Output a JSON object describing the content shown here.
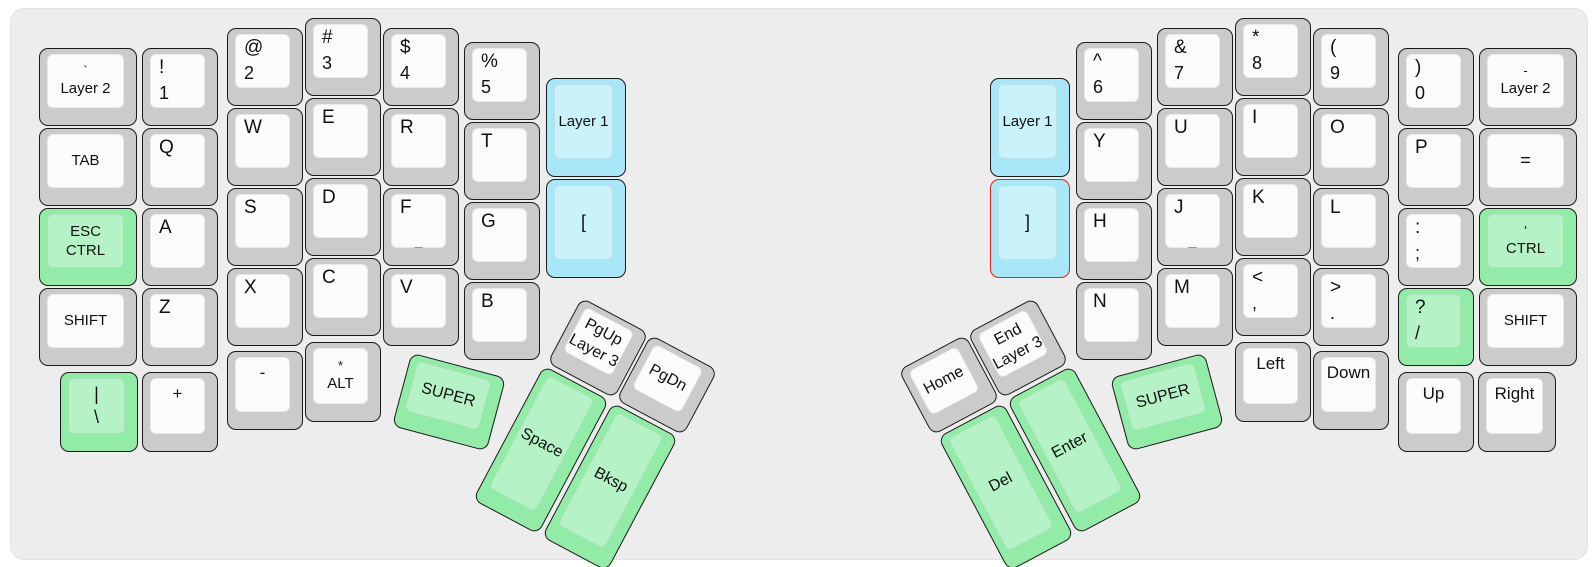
{
  "colors": {
    "panel_bg": "#ededed",
    "key_gray": "#cbcbcb",
    "key_face": "#fbfbfb",
    "green": "#92eca7",
    "green_face": "#b5f3c6",
    "blue": "#a8e7f7",
    "blue_face": "#c9f2fb",
    "highlight_border": "#ee2211",
    "key_border": "#1a1a1a",
    "homing_color": "#8a8a8a",
    "text": "#111111"
  },
  "keyboard": {
    "homing_mark": "_",
    "keys": [
      {
        "id": "l-grave-layer2",
        "color": "white",
        "lines": [
          "`",
          "Layer 2"
        ]
      },
      {
        "id": "l-tab",
        "color": "white",
        "lines": [
          "TAB"
        ]
      },
      {
        "id": "l-esc-ctrl",
        "color": "green",
        "lines": [
          "ESC",
          "CTRL"
        ]
      },
      {
        "id": "l-shift",
        "color": "white",
        "lines": [
          "SHIFT"
        ]
      },
      {
        "id": "l-pipe-backslash",
        "color": "green",
        "lines": [
          "|",
          "\\"
        ]
      },
      {
        "id": "l-excl-1",
        "color": "white",
        "lines": [
          "!",
          "1"
        ]
      },
      {
        "id": "l-q",
        "color": "white",
        "lines": [
          "Q"
        ]
      },
      {
        "id": "l-a",
        "color": "white",
        "lines": [
          "A"
        ]
      },
      {
        "id": "l-z",
        "color": "white",
        "lines": [
          "Z"
        ]
      },
      {
        "id": "l-plus",
        "color": "white",
        "lines": [
          "+"
        ]
      },
      {
        "id": "l-at-2",
        "color": "white",
        "lines": [
          "@",
          "2"
        ]
      },
      {
        "id": "l-w",
        "color": "white",
        "lines": [
          "W"
        ]
      },
      {
        "id": "l-s",
        "color": "white",
        "lines": [
          "S"
        ]
      },
      {
        "id": "l-x",
        "color": "white",
        "lines": [
          "X"
        ]
      },
      {
        "id": "l-minus",
        "color": "white",
        "lines": [
          "-"
        ]
      },
      {
        "id": "l-hash-3",
        "color": "white",
        "lines": [
          "#",
          "3"
        ]
      },
      {
        "id": "l-e",
        "color": "white",
        "lines": [
          "E"
        ]
      },
      {
        "id": "l-d",
        "color": "white",
        "lines": [
          "D"
        ]
      },
      {
        "id": "l-c",
        "color": "white",
        "lines": [
          "C"
        ]
      },
      {
        "id": "l-alt",
        "color": "white",
        "lines": [
          "*",
          "ALT"
        ]
      },
      {
        "id": "l-dollar-4",
        "color": "white",
        "lines": [
          "$",
          "4"
        ]
      },
      {
        "id": "l-r",
        "color": "white",
        "lines": [
          "R"
        ]
      },
      {
        "id": "l-f",
        "color": "white",
        "lines": [
          "F"
        ],
        "homing": true
      },
      {
        "id": "l-v",
        "color": "white",
        "lines": [
          "V"
        ]
      },
      {
        "id": "l-percent-5",
        "color": "white",
        "lines": [
          "%",
          "5"
        ]
      },
      {
        "id": "l-t",
        "color": "white",
        "lines": [
          "T"
        ]
      },
      {
        "id": "l-g",
        "color": "white",
        "lines": [
          "G"
        ]
      },
      {
        "id": "l-b",
        "color": "white",
        "lines": [
          "B"
        ]
      },
      {
        "id": "l-layer1",
        "color": "blue",
        "lines": [
          "Layer 1"
        ]
      },
      {
        "id": "l-lbracket",
        "color": "blue",
        "lines": [
          "["
        ]
      },
      {
        "id": "l-super",
        "color": "green",
        "lines": [
          "SUPER"
        ]
      },
      {
        "id": "l-space",
        "color": "green",
        "lines": [
          "Space"
        ]
      },
      {
        "id": "l-bksp",
        "color": "green",
        "lines": [
          "Bksp"
        ]
      },
      {
        "id": "l-pgup-layer3",
        "color": "white",
        "lines": [
          "PgUp",
          "Layer 3"
        ]
      },
      {
        "id": "l-pgdn",
        "color": "white",
        "lines": [
          "PgDn"
        ]
      },
      {
        "id": "r-layer1",
        "color": "blue",
        "lines": [
          "Layer 1"
        ]
      },
      {
        "id": "r-rbracket",
        "color": "blue",
        "lines": [
          "]"
        ],
        "red_border": true
      },
      {
        "id": "r-caret-6",
        "color": "white",
        "lines": [
          "^",
          "6"
        ]
      },
      {
        "id": "r-y",
        "color": "white",
        "lines": [
          "Y"
        ]
      },
      {
        "id": "r-h",
        "color": "white",
        "lines": [
          "H"
        ]
      },
      {
        "id": "r-n",
        "color": "white",
        "lines": [
          "N"
        ]
      },
      {
        "id": "r-amp-7",
        "color": "white",
        "lines": [
          "&",
          "7"
        ]
      },
      {
        "id": "r-u",
        "color": "white",
        "lines": [
          "U"
        ]
      },
      {
        "id": "r-j",
        "color": "white",
        "lines": [
          "J"
        ],
        "homing": true
      },
      {
        "id": "r-m",
        "color": "white",
        "lines": [
          "M"
        ]
      },
      {
        "id": "r-ast-8",
        "color": "white",
        "lines": [
          "*",
          "8"
        ]
      },
      {
        "id": "r-i",
        "color": "white",
        "lines": [
          "I"
        ]
      },
      {
        "id": "r-k",
        "color": "white",
        "lines": [
          "K"
        ]
      },
      {
        "id": "r-lt-comma",
        "color": "white",
        "lines": [
          "<",
          ","
        ]
      },
      {
        "id": "r-left",
        "color": "white",
        "lines": [
          "Left"
        ]
      },
      {
        "id": "r-lparen-9",
        "color": "white",
        "lines": [
          "(",
          "9"
        ]
      },
      {
        "id": "r-o",
        "color": "white",
        "lines": [
          "O"
        ]
      },
      {
        "id": "r-l",
        "color": "white",
        "lines": [
          "L"
        ]
      },
      {
        "id": "r-gt-period",
        "color": "white",
        "lines": [
          ">",
          "."
        ]
      },
      {
        "id": "r-down",
        "color": "white",
        "lines": [
          "Down"
        ]
      },
      {
        "id": "r-rparen-0",
        "color": "white",
        "lines": [
          ")",
          "0"
        ]
      },
      {
        "id": "r-p",
        "color": "white",
        "lines": [
          "P"
        ]
      },
      {
        "id": "r-colon-semi",
        "color": "white",
        "lines": [
          ":",
          ";"
        ]
      },
      {
        "id": "r-question-slash",
        "color": "green",
        "lines": [
          "?",
          "/"
        ]
      },
      {
        "id": "r-up",
        "color": "white",
        "lines": [
          "Up"
        ]
      },
      {
        "id": "r-minus-layer2",
        "color": "white",
        "lines": [
          "-",
          "Layer 2"
        ]
      },
      {
        "id": "r-equals",
        "color": "white",
        "lines": [
          "="
        ]
      },
      {
        "id": "r-quote-ctrl",
        "color": "green",
        "lines": [
          "'",
          "CTRL"
        ]
      },
      {
        "id": "r-shift",
        "color": "white",
        "lines": [
          "SHIFT"
        ]
      },
      {
        "id": "r-right",
        "color": "white",
        "lines": [
          "Right"
        ]
      },
      {
        "id": "r-home",
        "color": "white",
        "lines": [
          "Home"
        ]
      },
      {
        "id": "r-end-layer3",
        "color": "white",
        "lines": [
          "End",
          "Layer 3"
        ]
      },
      {
        "id": "r-super",
        "color": "green",
        "lines": [
          "SUPER"
        ]
      },
      {
        "id": "r-del",
        "color": "green",
        "lines": [
          "Del"
        ]
      },
      {
        "id": "r-enter",
        "color": "green",
        "lines": [
          "Enter"
        ]
      }
    ]
  }
}
